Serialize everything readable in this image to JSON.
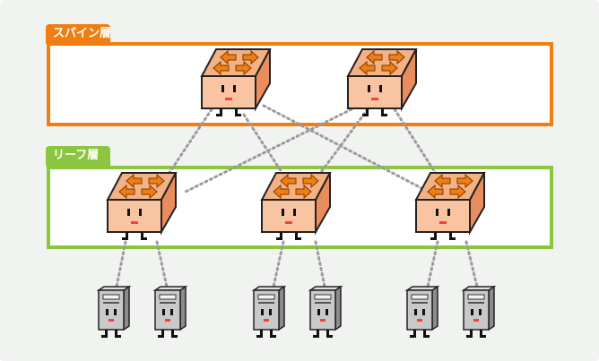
{
  "spine_layer": {
    "label": "スパイン層",
    "color": "#f07e12"
  },
  "leaf_layer": {
    "label": "リーフ層",
    "color": "#8cc63f"
  },
  "nodes": {
    "spine_switches": [
      "spine-switch-1",
      "spine-switch-2"
    ],
    "leaf_switches": [
      "leaf-switch-1",
      "leaf-switch-2",
      "leaf-switch-3"
    ],
    "servers": [
      "server-1",
      "server-2",
      "server-3",
      "server-4",
      "server-5",
      "server-6"
    ]
  },
  "links": {
    "spine_leaf": [
      [
        1,
        1
      ],
      [
        1,
        2
      ],
      [
        1,
        3
      ],
      [
        2,
        1
      ],
      [
        2,
        2
      ],
      [
        2,
        3
      ]
    ],
    "leaf_server": [
      [
        1,
        1
      ],
      [
        1,
        2
      ],
      [
        2,
        3
      ],
      [
        2,
        4
      ],
      [
        3,
        5
      ],
      [
        3,
        6
      ]
    ]
  },
  "colors": {
    "switch_top": "#f4b183",
    "switch_front": "#f8c4a2",
    "switch_side": "#e98d5e",
    "arrow": "#f07e12",
    "server_body": "#c9c9c9",
    "server_dark": "#8c8c8c",
    "cheek": "#ff3b3b",
    "link": "#9b9b9b"
  }
}
